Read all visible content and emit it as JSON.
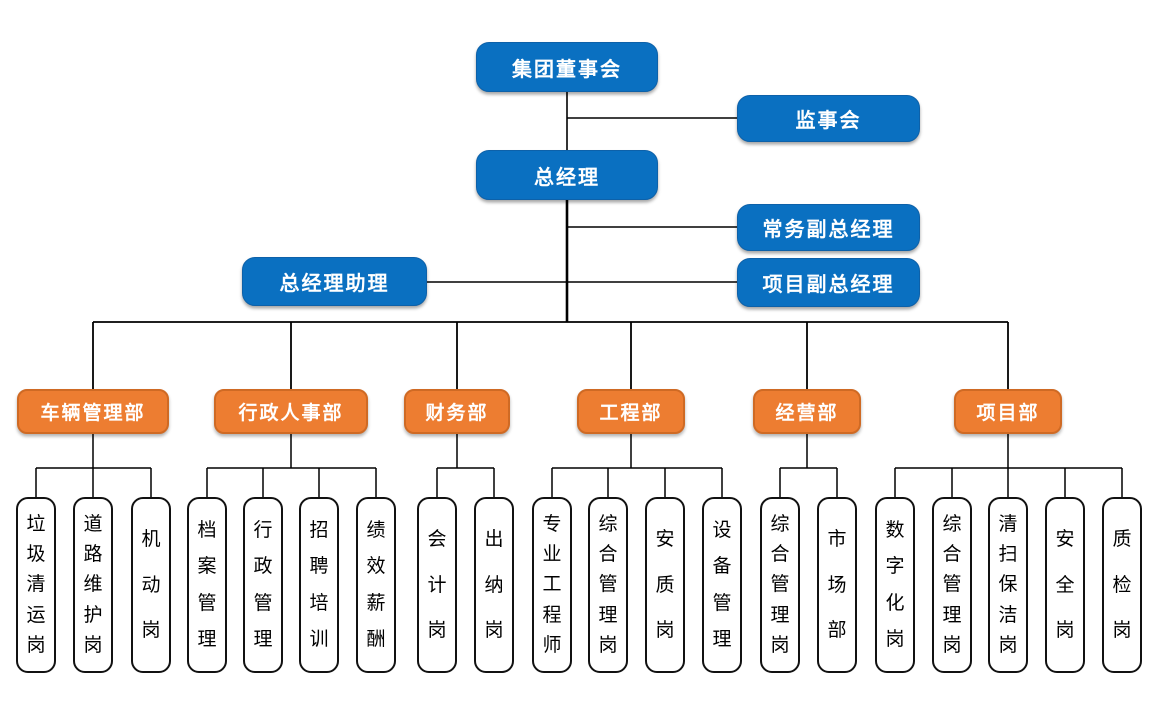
{
  "colors": {
    "management_blue": "#0A70C1",
    "department_orange": "#ED7D31",
    "position_border_black": "#111111",
    "connector_black": "#000000"
  },
  "org": {
    "root": {
      "label": "集团董事会"
    },
    "supervisory": {
      "label": "监事会"
    },
    "general_manager": {
      "label": "总经理"
    },
    "exec_deputy_gm": {
      "label": "常务副总经理"
    },
    "gm_assistant": {
      "label": "总经理助理"
    },
    "project_deputy_gm": {
      "label": "项目副总经理"
    },
    "departments": [
      {
        "label": "车辆管理部",
        "children": [
          "垃圾清运岗",
          "道路维护岗",
          "机动岗"
        ]
      },
      {
        "label": "行政人事部",
        "children": [
          "档案管理",
          "行政管理",
          "招聘培训",
          "绩效薪酬"
        ]
      },
      {
        "label": "财务部",
        "children": [
          "会计岗",
          "出纳岗"
        ]
      },
      {
        "label": "工程部",
        "children": [
          "专业工程师",
          "综合管理岗",
          "安质岗",
          "设备管理"
        ]
      },
      {
        "label": "经营部",
        "children": [
          "综合管理岗",
          "市场部"
        ]
      },
      {
        "label": "项目部",
        "children": [
          "数字化岗",
          "综合管理岗",
          "清扫保洁岗",
          "安全岗",
          "质检岗"
        ]
      }
    ]
  }
}
